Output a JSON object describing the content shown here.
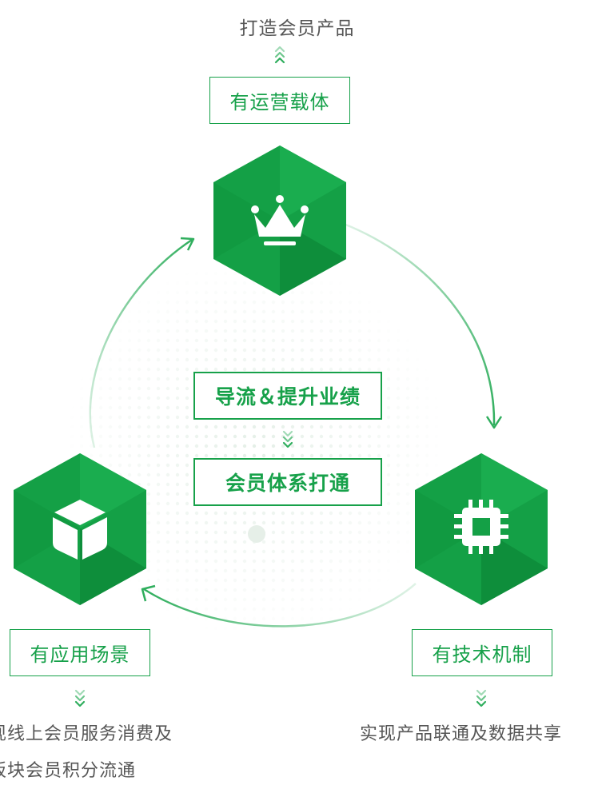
{
  "top": {
    "caption": "打造会员产品",
    "box_label": "有运营载体"
  },
  "center": {
    "box1_label": "导流＆提升业绩",
    "box2_label": "会员体系打通"
  },
  "left": {
    "box_label": "有应用场景",
    "desc_line1": "现线上会员服务消费及",
    "desc_line2": "板块会员积分流通",
    "icon": "cube-icon"
  },
  "right": {
    "box_label": "有技术机制",
    "desc": "实现产品联通及数据共享",
    "icon": "chip-icon"
  },
  "top_icon": "crown-icon",
  "colors": {
    "green": "#17a14a",
    "green_dark": "#0e8a3c",
    "arrow": "#2fae5d",
    "dots": "#e3eee6"
  }
}
